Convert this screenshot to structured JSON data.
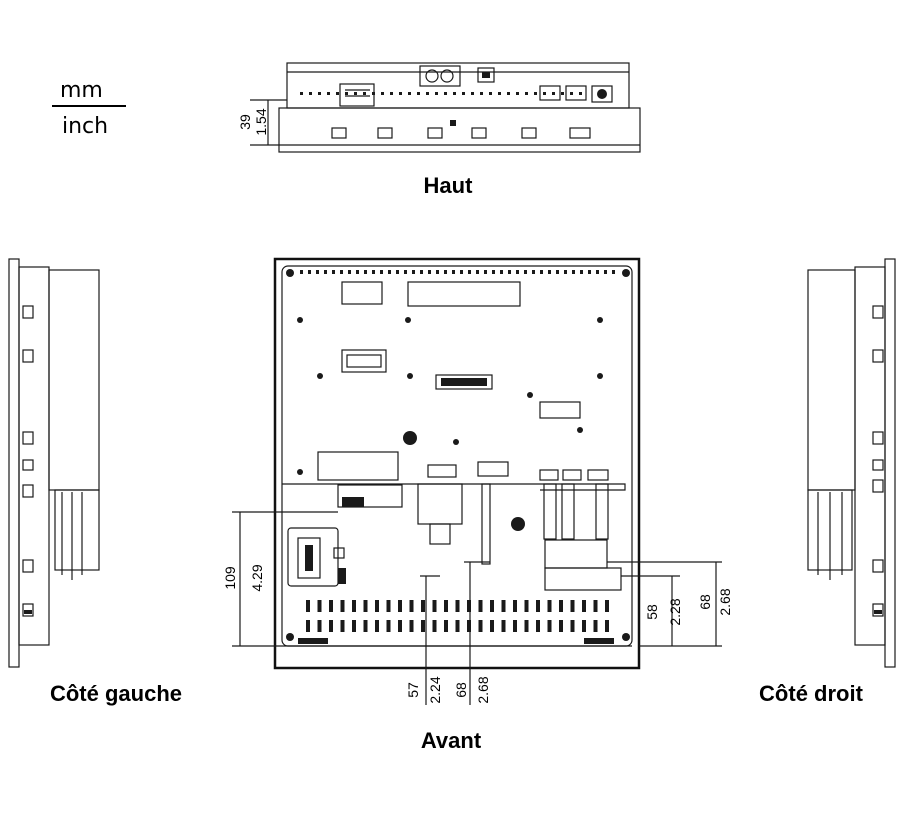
{
  "legend": {
    "unit_top": "mm",
    "unit_bottom": "inch"
  },
  "views": {
    "top": "Haut",
    "left": "Côté gauche",
    "right": "Côté droit",
    "front": "Avant"
  },
  "dimensions": {
    "top_height_mm": "39",
    "top_height_in": "1.54",
    "left_height_mm": "109",
    "left_height_in": "4.29",
    "bottom_a_mm": "57",
    "bottom_a_in": "2.24",
    "bottom_b_mm": "68",
    "bottom_b_in": "2.68",
    "right_a_mm": "58",
    "right_a_in": "2.28",
    "right_b_mm": "68",
    "right_b_in": "2.68"
  }
}
